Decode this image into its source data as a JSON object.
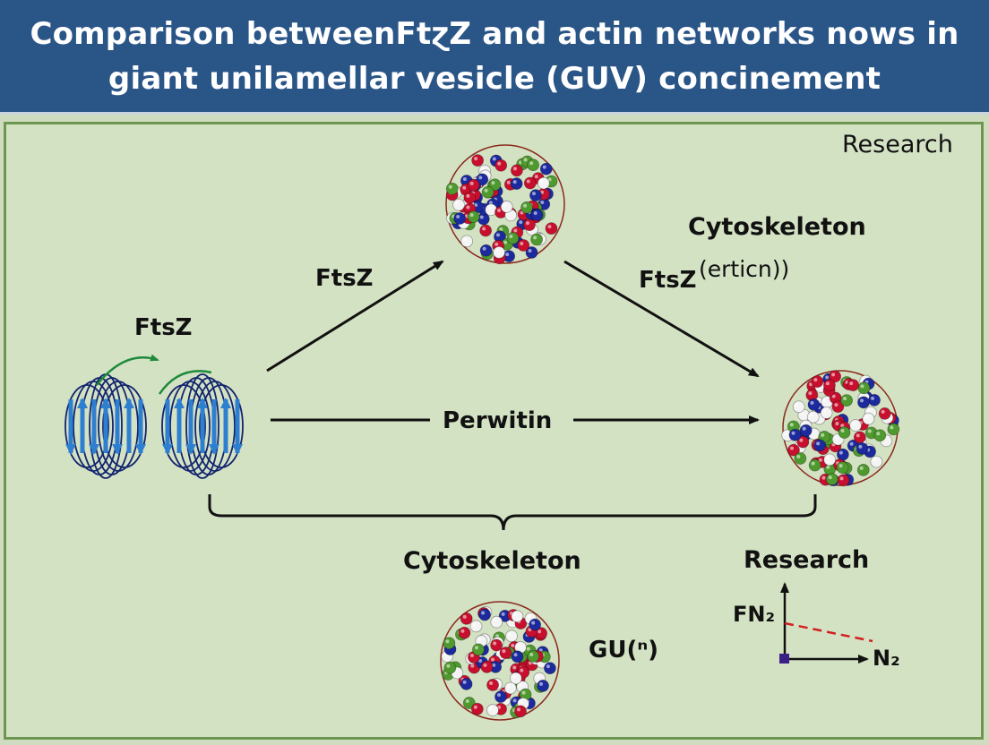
{
  "header": {
    "title_line1": "Comparison betweenFtɀZ and actin networks nows in",
    "title_line2": "giant unilamellar vesicle (GUV) concinement"
  },
  "labels": {
    "corner_tag": "Research",
    "ftsz_left": "FtsZ",
    "ftsz_arrow_up": "FtsZ",
    "ftsz_arrow_down": "FtsZ",
    "cytoskeleton_top": "Cytoskeleton",
    "erticn": "(erticn))",
    "perwitin": "Perwitin",
    "cytoskeleton_brace": "Cytoskeleton",
    "gu_n": "GU(ⁿ)",
    "research_graph_title": "Research",
    "fn2": "FN₂",
    "n2": "N₂"
  },
  "colors": {
    "header_bg": "#2a5587",
    "panel_bg": "#d4e2c4",
    "panel_border": "#6f9651",
    "bead_red": "#c8102e",
    "bead_blue": "#1c2a9e",
    "bead_green": "#4f9a2e",
    "bead_white": "#f4f4f4",
    "protein_light": "#2f7fd0",
    "protein_dark": "#12246e",
    "dashed_line": "#d22020"
  }
}
